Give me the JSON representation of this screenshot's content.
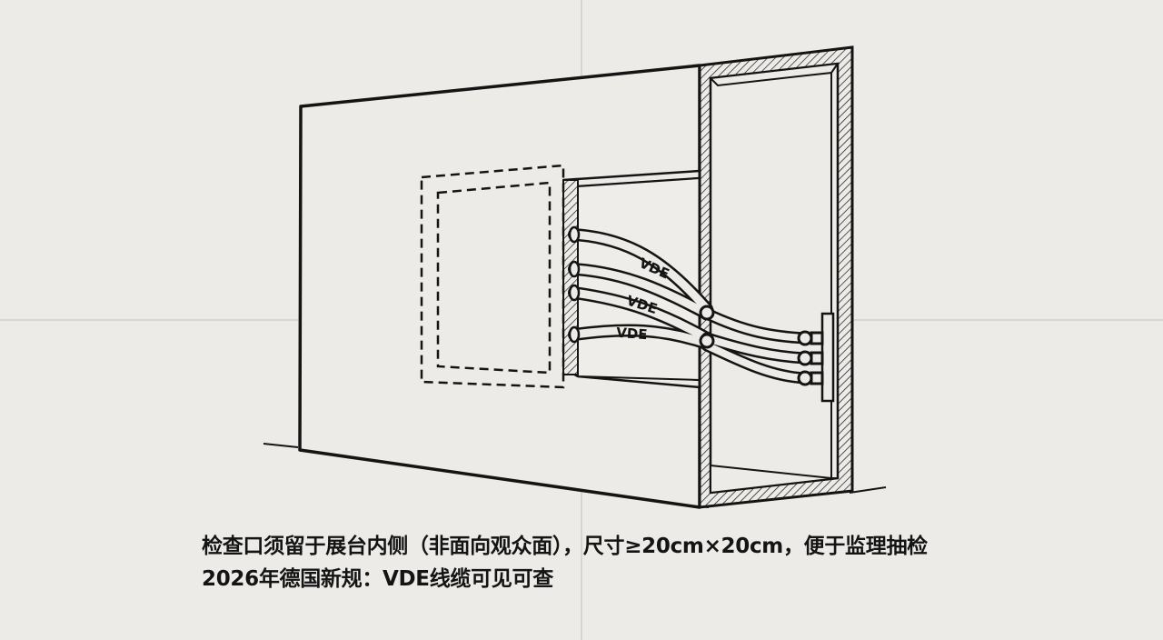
{
  "cable_label": "VDE",
  "caption": {
    "line1": "检查口须留于展台内侧（非面向观众面），尺寸≥20cm×20cm，便于监理抽检",
    "line2": "2026年德国新规：VDE线缆可见可查"
  },
  "colors": {
    "paper": "#ecebe7",
    "ink": "#141414",
    "fold": "#d8d7d2"
  }
}
